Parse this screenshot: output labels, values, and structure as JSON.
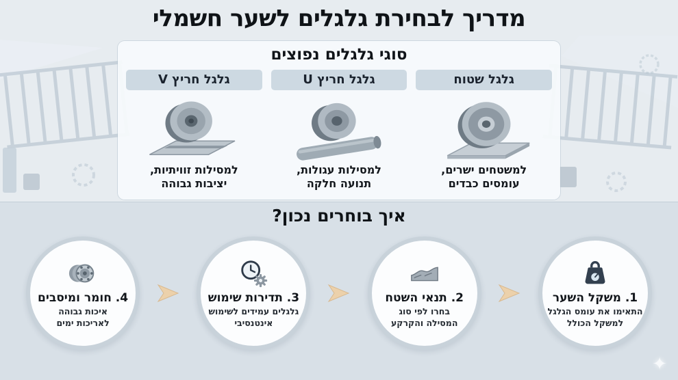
{
  "title": "מדריך לבחירת גלגלים לשער חשמלי",
  "wheel_types": {
    "header": "סוגי גלגלים נפוצים",
    "columns": [
      {
        "name": "גלגל שטוח",
        "icon": "flat-wheel-icon",
        "desc_line1": "למשטחים ישרים,",
        "desc_line2": "עומסים כבדים"
      },
      {
        "name": "גלגל חריץ U",
        "icon": "u-groove-wheel-icon",
        "desc_line1": "למסילות עגולות,",
        "desc_line2": "תנועה חלקה"
      },
      {
        "name": "גלגל חריץ V",
        "icon": "v-groove-wheel-icon",
        "desc_line1": "למסילות זוויתיות,",
        "desc_line2": "יציבות גבוהה"
      }
    ]
  },
  "how_to_choose": {
    "header": "איך בוחרים נכון?",
    "steps": [
      {
        "title": "1. משקל השער",
        "icon": "gate-weight-icon",
        "desc_line1": "התאימו את עומס הגלגל",
        "desc_line2": "למשקל הכולל"
      },
      {
        "title": "2. תנאי השטח",
        "icon": "terrain-icon",
        "desc_line1": "בחרו לפי סוג",
        "desc_line2": "המסילה והקרקע"
      },
      {
        "title": "3. תדירות שימוש",
        "icon": "clock-gear-icon",
        "desc_line1": "גלגלים עמידים לשימוש",
        "desc_line2": "אינטנסיבי"
      },
      {
        "title": "4. חומר ומיסבים",
        "icon": "bearings-icon",
        "desc_line1": "איכות גבוהה",
        "desc_line2": "לאריכות ימים"
      }
    ]
  },
  "decor": {
    "sparkle": "✦"
  },
  "colors": {
    "background_top": "#e7ecf0",
    "background_bottom": "#d8e0e7",
    "panel": "#f6f9fb",
    "column_header_bar": "#cdd9e2",
    "circle_border": "#c8d2da",
    "arrow": "#ecd1ab",
    "text": "#14181d"
  }
}
